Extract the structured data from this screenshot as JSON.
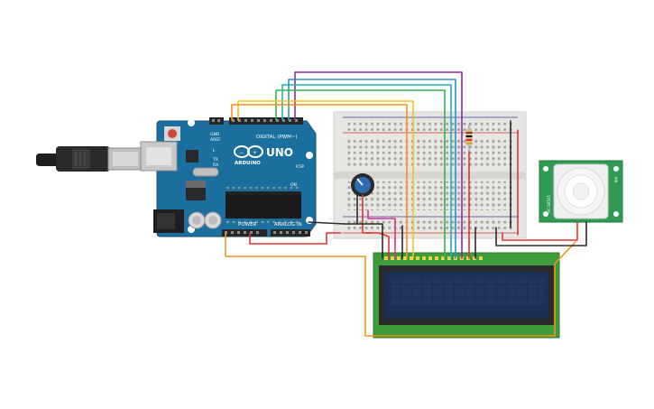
{
  "board": {
    "brand": "ARDUINO",
    "model": "UNO",
    "digital_label": "DIGITAL (PWM~)",
    "power_label": "POWER",
    "analog_label": "ANALOG IN",
    "aref_label": "AREF",
    "gnd_label": "GND",
    "tx_label": "TX",
    "rx_label": "RX",
    "l_label": "L",
    "on_label": "ON",
    "icsp_label": "ICSP"
  },
  "pir": {
    "label_left": "HC-SR501",
    "label_right": "PIR"
  },
  "colors": {
    "arduino_board": "#1b6f9e",
    "breadboard": "#e6e6e2",
    "lcd_pcb": "#3f9c3a",
    "lcd_screen": "#1e2f55",
    "pir_pcb": "#2e9a52",
    "wire_orange": "#f0931c",
    "wire_purple": "#8a2ba3",
    "wire_blue": "#2f8ed8",
    "wire_teal": "#1db3b6",
    "wire_green": "#34b34a",
    "wire_yellow": "#f2c31a",
    "wire_red": "#e03232",
    "wire_black": "#2b2b2b",
    "wire_pink": "#d6348e"
  }
}
